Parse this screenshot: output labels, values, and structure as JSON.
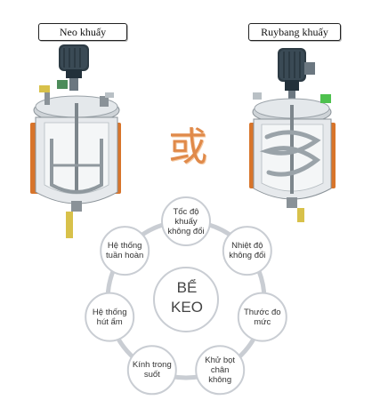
{
  "labels": {
    "left": "Neo khuấy",
    "right": "Ruybang khuấy"
  },
  "separator": "或",
  "center": {
    "line1": "BỂ",
    "line2": "KEO"
  },
  "nodes": [
    {
      "text": "Tốc độ khuấy không đổi"
    },
    {
      "text": "Nhiệt độ không đổi"
    },
    {
      "text": "Thước đo mức"
    },
    {
      "text": "Khử bọt chân không"
    },
    {
      "text": "Kính trong suốt"
    },
    {
      "text": "Hệ thống hút ẩm"
    },
    {
      "text": "Hệ thống tuần hoàn"
    }
  ],
  "colors": {
    "ring": "#c9cdd3",
    "node_fill": "#ffffff",
    "node_stroke": "#c9cdd3",
    "tank_body": "#e6e9ec",
    "heater": "#d8742a",
    "motor": "#2d3b44"
  },
  "icons": {
    "left_image": "anchor-agitator-tank-icon",
    "right_image": "ribbon-agitator-tank-icon"
  }
}
